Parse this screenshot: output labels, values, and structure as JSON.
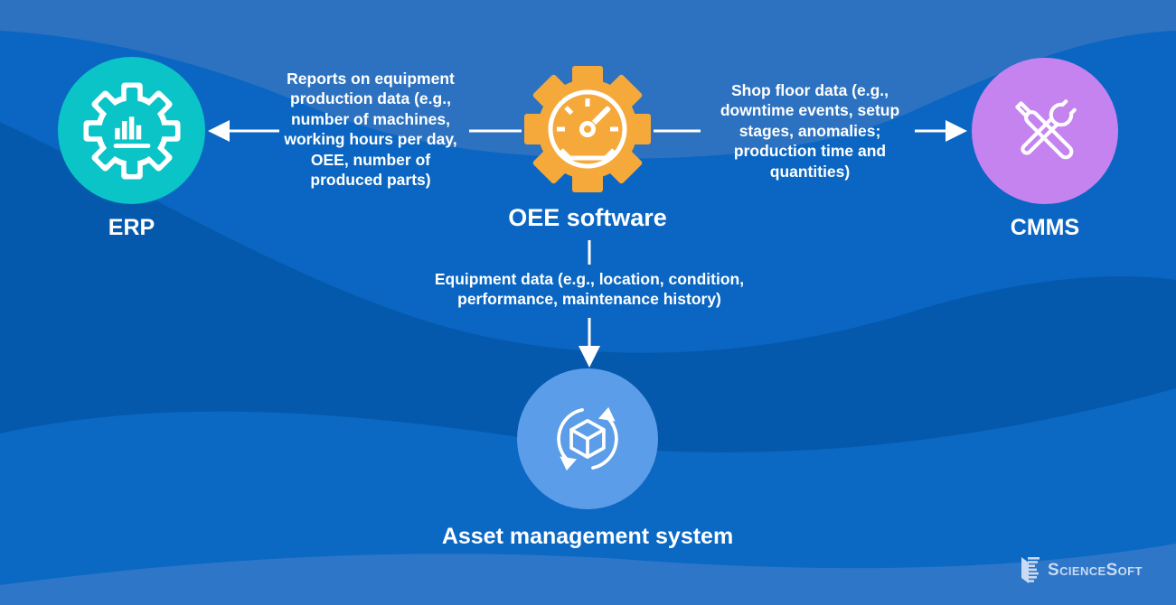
{
  "diagram": {
    "type": "integration-diagram",
    "center_node": "oee"
  },
  "nodes": {
    "oee": {
      "label": "OEE software",
      "icon": "gauge-gear-icon"
    },
    "erp": {
      "label": "ERP",
      "icon": "gear-analytics-icon"
    },
    "cmms": {
      "label": "CMMS",
      "icon": "wrench-screwdriver-icon"
    },
    "asset": {
      "label": "Asset management system",
      "icon": "cube-sync-icon"
    }
  },
  "edges": {
    "oee_to_erp": {
      "direction": "left",
      "label": "Reports on equipment production data (e.g., number of machines, working hours per day, OEE, number of produced parts)"
    },
    "oee_to_cmms": {
      "direction": "right",
      "label": "Shop floor data (e.g., downtime events, setup stages, anomalies; production time and quantities)"
    },
    "oee_to_asset": {
      "direction": "down",
      "label": "Equipment data (e.g., location, condition, performance, maintenance history)"
    }
  },
  "branding": {
    "logo_text": "ScienceSoft"
  },
  "colors": {
    "background_base": "#0A66C2",
    "wave_top": "#2C72C0",
    "wave_dark": "#0459AC",
    "wave_mid": "#0B69C4",
    "wave_bottom": "#2E76C8",
    "node_oee": "#F6A93B",
    "node_erp": "#0BC4C7",
    "node_cmms": "#C583F0",
    "node_asset": "#5B9DE8",
    "text": "#FFFFFF",
    "logo_text": "#C9DAF4"
  }
}
